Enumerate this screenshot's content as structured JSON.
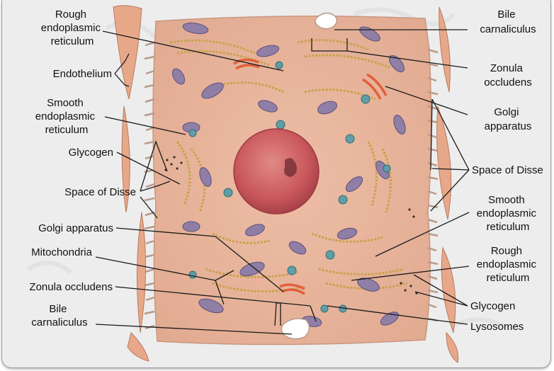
{
  "labels_left": {
    "rough_er": [
      "Rough",
      "endoplasmic",
      "reticulum"
    ],
    "endothelium": "Endothelium",
    "smooth_er": [
      "Smooth",
      "endoplasmic",
      "reticulum"
    ],
    "glycogen": "Glycogen",
    "space_of_disse": "Space of Disse",
    "golgi": "Golgi apparatus",
    "mitochondria": "Mitochondria",
    "zonula": "Zonula occludens",
    "bile": [
      "Bile",
      "carnaliculus"
    ]
  },
  "labels_right": {
    "bile": [
      "Bile",
      "carnaliculus"
    ],
    "zonula": [
      "Zonula",
      "occludens"
    ],
    "golgi": [
      "Golgi",
      "apparatus"
    ],
    "space_of_disse": "Space of Disse",
    "smooth_er": [
      "Smooth",
      "endoplasmic",
      "reticulum"
    ],
    "rough_er": [
      "Rough",
      "endoplasmic",
      "reticulum"
    ],
    "glycogen": "Glycogen",
    "lysosomes": "Lysosomes"
  },
  "colors": {
    "cytoplasm": "#e8b49a",
    "nucleus": "#c9575b",
    "mitochondria": "#8f7fa6",
    "golgi": "#e0603a",
    "er": "#c9a24a",
    "endothelium": "#e7a88a",
    "lysosome": "#5f9ea6",
    "background": "#ededed"
  }
}
